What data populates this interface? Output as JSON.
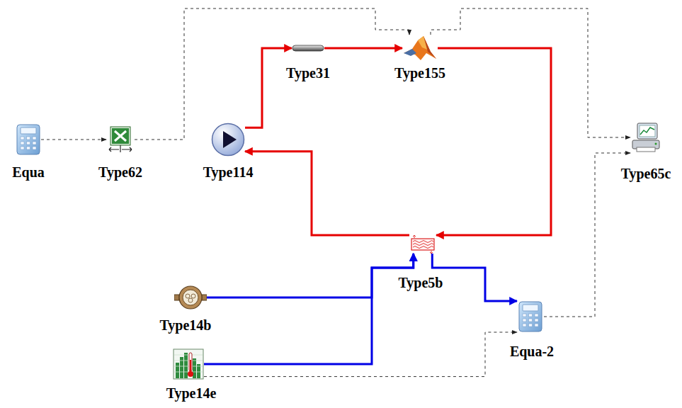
{
  "diagram": {
    "nodes": [
      {
        "text": [
          "Type31"
        ]
      },
      {
        "text": [
          "Type155"
        ]
      },
      {
        "text": [
          "Equa"
        ]
      },
      {
        "text": [
          "Type62"
        ]
      },
      {
        "text": [
          "Type114"
        ]
      },
      {
        "text": [
          "Type65c"
        ]
      },
      {
        "text": [
          "Type5b"
        ]
      },
      {
        "text": [
          "Type14b"
        ]
      },
      {
        "text": [
          "Equa-2"
        ]
      },
      {
        "text": [
          "Type14e"
        ]
      }
    ],
    "edges": [
      {
        "from": 2,
        "to": 3,
        "arrow": "to"
      },
      {
        "from": 3,
        "to": 1,
        "arrow": "to"
      },
      {
        "from": 1,
        "to": 5,
        "arrow": "to"
      },
      {
        "from": 4,
        "to": 0,
        "arrow": "to"
      },
      {
        "from": 0,
        "to": 1,
        "arrow": "to"
      },
      {
        "from": 1,
        "to": 6,
        "arrow": "to"
      },
      {
        "from": 6,
        "to": 4,
        "arrow": "to"
      },
      {
        "from": 7,
        "to": 6,
        "arrow": "to"
      },
      {
        "from": 9,
        "to": 6,
        "arrow": "to"
      },
      {
        "from": 6,
        "to": 8,
        "arrow": "to"
      },
      {
        "from": 9,
        "to": 8,
        "arrow": "to"
      },
      {
        "from": 8,
        "to": 5,
        "arrow": "to"
      }
    ]
  }
}
